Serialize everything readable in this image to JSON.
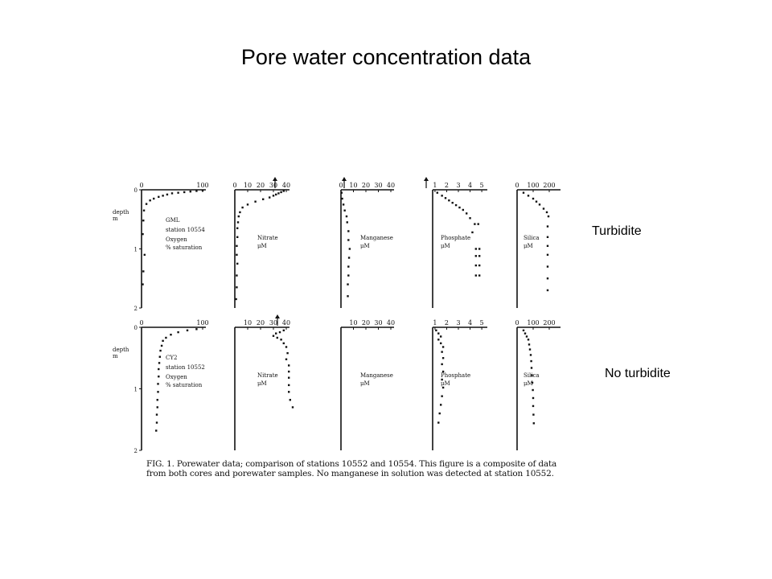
{
  "slide": {
    "title": "Pore water concentration data",
    "row_labels": {
      "top": "Turbidite",
      "bottom": "No turbidite"
    }
  },
  "figure": {
    "caption_lines": [
      "FIG. 1. Porewater data; comparison of stations 10552 and 10554. This figure is a composite of data",
      "from both cores and porewater samples. No manganese in solution was detected at station 10552.",
      ""
    ]
  },
  "chart_data": [
    {
      "type": "scatter",
      "row": "top",
      "col": 0,
      "labels": [
        "GML",
        "station 10554",
        "Oxygen",
        "% saturation"
      ],
      "x_ticks": [
        "0",
        "100"
      ],
      "xlim": [
        0,
        100
      ],
      "y_ticks": [
        "0",
        "1",
        "2"
      ],
      "ylim": [
        0,
        2
      ],
      "ylabel": "depth m",
      "points": [
        [
          100,
          0.01
        ],
        [
          90,
          0.02
        ],
        [
          80,
          0.03
        ],
        [
          70,
          0.04
        ],
        [
          60,
          0.05
        ],
        [
          50,
          0.06
        ],
        [
          42,
          0.08
        ],
        [
          35,
          0.1
        ],
        [
          28,
          0.12
        ],
        [
          20,
          0.15
        ],
        [
          14,
          0.18
        ],
        [
          8,
          0.24
        ],
        [
          4,
          0.35
        ],
        [
          3,
          0.52
        ],
        [
          2,
          0.75
        ],
        [
          5,
          1.1
        ],
        [
          3,
          1.38
        ],
        [
          2,
          1.6
        ]
      ]
    },
    {
      "type": "scatter",
      "row": "top",
      "col": 1,
      "labels": [
        "Nitrate",
        "μM"
      ],
      "x_ticks": [
        "0",
        "10",
        "20",
        "30",
        "40"
      ],
      "xlim": [
        0,
        40
      ],
      "ylim": [
        0,
        2
      ],
      "points": [
        [
          38,
          0.02
        ],
        [
          36,
          0.04
        ],
        [
          34,
          0.06
        ],
        [
          32,
          0.08
        ],
        [
          30,
          0.1
        ],
        [
          27,
          0.13
        ],
        [
          22,
          0.16
        ],
        [
          16,
          0.2
        ],
        [
          10,
          0.25
        ],
        [
          6,
          0.3
        ],
        [
          4,
          0.38
        ],
        [
          3,
          0.45
        ],
        [
          2.5,
          0.55
        ],
        [
          2,
          0.65
        ],
        [
          2,
          0.8
        ],
        [
          1.5,
          0.95
        ],
        [
          1.5,
          1.1
        ],
        [
          2,
          1.25
        ],
        [
          1.5,
          1.45
        ],
        [
          1.5,
          1.65
        ],
        [
          1,
          1.85
        ]
      ]
    },
    {
      "type": "scatter",
      "row": "top",
      "col": 2,
      "labels": [
        "Manganese",
        "μM"
      ],
      "x_ticks": [
        "0",
        "10",
        "20",
        "30",
        "40"
      ],
      "xlim": [
        0,
        40
      ],
      "ylim": [
        0,
        2
      ],
      "points": [
        [
          0.5,
          0.05
        ],
        [
          1,
          0.15
        ],
        [
          2,
          0.25
        ],
        [
          3,
          0.35
        ],
        [
          4.5,
          0.45
        ],
        [
          5,
          0.55
        ],
        [
          6,
          0.7
        ],
        [
          6,
          0.85
        ],
        [
          7,
          1.0
        ],
        [
          6.5,
          1.15
        ],
        [
          6,
          1.3
        ],
        [
          6,
          1.45
        ],
        [
          5.5,
          1.6
        ],
        [
          5.5,
          1.8
        ]
      ]
    },
    {
      "type": "scatter",
      "row": "top",
      "col": 3,
      "labels": [
        "Phosphate",
        "μM"
      ],
      "x_ticks": [
        "1",
        "2",
        "3",
        "4",
        "5"
      ],
      "xlim": [
        0.8,
        5.2
      ],
      "ylim": [
        0,
        2
      ],
      "points": [
        [
          1.2,
          0.05
        ],
        [
          1.6,
          0.1
        ],
        [
          1.9,
          0.14
        ],
        [
          2.2,
          0.18
        ],
        [
          2.5,
          0.22
        ],
        [
          2.8,
          0.26
        ],
        [
          3.1,
          0.3
        ],
        [
          3.4,
          0.34
        ],
        [
          3.7,
          0.4
        ],
        [
          4.0,
          0.48
        ],
        [
          4.4,
          0.58
        ],
        [
          4.7,
          0.58
        ],
        [
          4.2,
          0.72
        ],
        [
          4.5,
          1.0
        ],
        [
          4.8,
          1.0
        ],
        [
          4.5,
          1.12
        ],
        [
          4.8,
          1.12
        ],
        [
          4.5,
          1.28
        ],
        [
          4.8,
          1.28
        ],
        [
          4.5,
          1.45
        ],
        [
          4.8,
          1.45
        ]
      ]
    },
    {
      "type": "scatter",
      "row": "top",
      "col": 4,
      "labels": [
        "Silica",
        "μM"
      ],
      "x_ticks": [
        "0",
        "100",
        "200"
      ],
      "xlim": [
        0,
        250
      ],
      "ylim": [
        0,
        2
      ],
      "points": [
        [
          40,
          0.05
        ],
        [
          70,
          0.1
        ],
        [
          100,
          0.15
        ],
        [
          120,
          0.2
        ],
        [
          140,
          0.25
        ],
        [
          165,
          0.32
        ],
        [
          185,
          0.38
        ],
        [
          195,
          0.45
        ],
        [
          190,
          0.62
        ],
        [
          190,
          0.8
        ],
        [
          190,
          0.95
        ],
        [
          190,
          1.1
        ],
        [
          190,
          1.3
        ],
        [
          190,
          1.5
        ],
        [
          190,
          1.7
        ]
      ]
    },
    {
      "type": "scatter",
      "row": "bottom",
      "col": 0,
      "labels": [
        "CY2",
        "station 10552",
        "Oxygen",
        "% saturation"
      ],
      "x_ticks": [
        "0",
        "100"
      ],
      "xlim": [
        0,
        100
      ],
      "y_ticks": [
        "0",
        "1",
        "2"
      ],
      "ylim": [
        0,
        2
      ],
      "ylabel": "depth m",
      "points": [
        [
          90,
          0.03
        ],
        [
          75,
          0.05
        ],
        [
          60,
          0.08
        ],
        [
          48,
          0.12
        ],
        [
          40,
          0.17
        ],
        [
          35,
          0.22
        ],
        [
          33,
          0.3
        ],
        [
          31,
          0.38
        ],
        [
          30,
          0.48
        ],
        [
          29,
          0.58
        ],
        [
          28,
          0.68
        ],
        [
          28,
          0.8
        ],
        [
          27,
          0.92
        ],
        [
          27,
          1.05
        ],
        [
          26,
          1.18
        ],
        [
          26,
          1.3
        ],
        [
          25,
          1.42
        ],
        [
          25,
          1.55
        ],
        [
          24,
          1.68
        ]
      ]
    },
    {
      "type": "scatter",
      "row": "bottom",
      "col": 1,
      "labels": [
        "Nitrate",
        "μM"
      ],
      "x_ticks": [
        "10",
        "20",
        "30",
        "40"
      ],
      "xlim": [
        0,
        40
      ],
      "ylim": [
        0,
        2
      ],
      "points": [
        [
          38,
          0.05
        ],
        [
          35,
          0.08
        ],
        [
          32,
          0.1
        ],
        [
          30,
          0.14
        ],
        [
          33,
          0.17
        ],
        [
          36,
          0.2
        ],
        [
          38,
          0.26
        ],
        [
          40,
          0.32
        ],
        [
          41,
          0.42
        ],
        [
          40,
          0.52
        ],
        [
          42,
          0.62
        ],
        [
          42,
          0.72
        ],
        [
          42,
          0.82
        ],
        [
          42,
          0.94
        ],
        [
          42,
          1.05
        ],
        [
          43,
          1.18
        ],
        [
          45,
          1.3
        ]
      ]
    },
    {
      "type": "scatter",
      "row": "bottom",
      "col": 2,
      "labels": [
        "Manganese",
        "μM"
      ],
      "x_ticks": [
        "10",
        "20",
        "30",
        "40"
      ],
      "xlim": [
        0,
        40
      ],
      "ylim": [
        0,
        2
      ],
      "points": []
    },
    {
      "type": "scatter",
      "row": "bottom",
      "col": 3,
      "labels": [
        "Phosphate",
        "μM"
      ],
      "x_ticks": [
        "1",
        "2",
        "3",
        "4",
        "5"
      ],
      "xlim": [
        0.8,
        5.2
      ],
      "ylim": [
        0,
        2
      ],
      "points": [
        [
          1.1,
          0.05
        ],
        [
          1.3,
          0.1
        ],
        [
          1.5,
          0.15
        ],
        [
          1.3,
          0.2
        ],
        [
          1.5,
          0.26
        ],
        [
          1.7,
          0.32
        ],
        [
          1.6,
          0.4
        ],
        [
          1.7,
          0.5
        ],
        [
          1.6,
          0.6
        ],
        [
          1.7,
          0.72
        ],
        [
          1.6,
          0.85
        ],
        [
          1.7,
          0.98
        ],
        [
          1.6,
          1.12
        ],
        [
          1.5,
          1.26
        ],
        [
          1.4,
          1.4
        ],
        [
          1.3,
          1.55
        ]
      ]
    },
    {
      "type": "scatter",
      "row": "bottom",
      "col": 4,
      "labels": [
        "Silica",
        "μM"
      ],
      "x_ticks": [
        "0",
        "100",
        "200"
      ],
      "xlim": [
        0,
        250
      ],
      "ylim": [
        0,
        2
      ],
      "points": [
        [
          40,
          0.05
        ],
        [
          50,
          0.1
        ],
        [
          60,
          0.15
        ],
        [
          70,
          0.2
        ],
        [
          75,
          0.28
        ],
        [
          80,
          0.36
        ],
        [
          85,
          0.45
        ],
        [
          88,
          0.55
        ],
        [
          90,
          0.66
        ],
        [
          92,
          0.78
        ],
        [
          95,
          0.9
        ],
        [
          98,
          1.02
        ],
        [
          100,
          1.15
        ],
        [
          100,
          1.28
        ],
        [
          102,
          1.42
        ],
        [
          104,
          1.56
        ]
      ]
    }
  ]
}
